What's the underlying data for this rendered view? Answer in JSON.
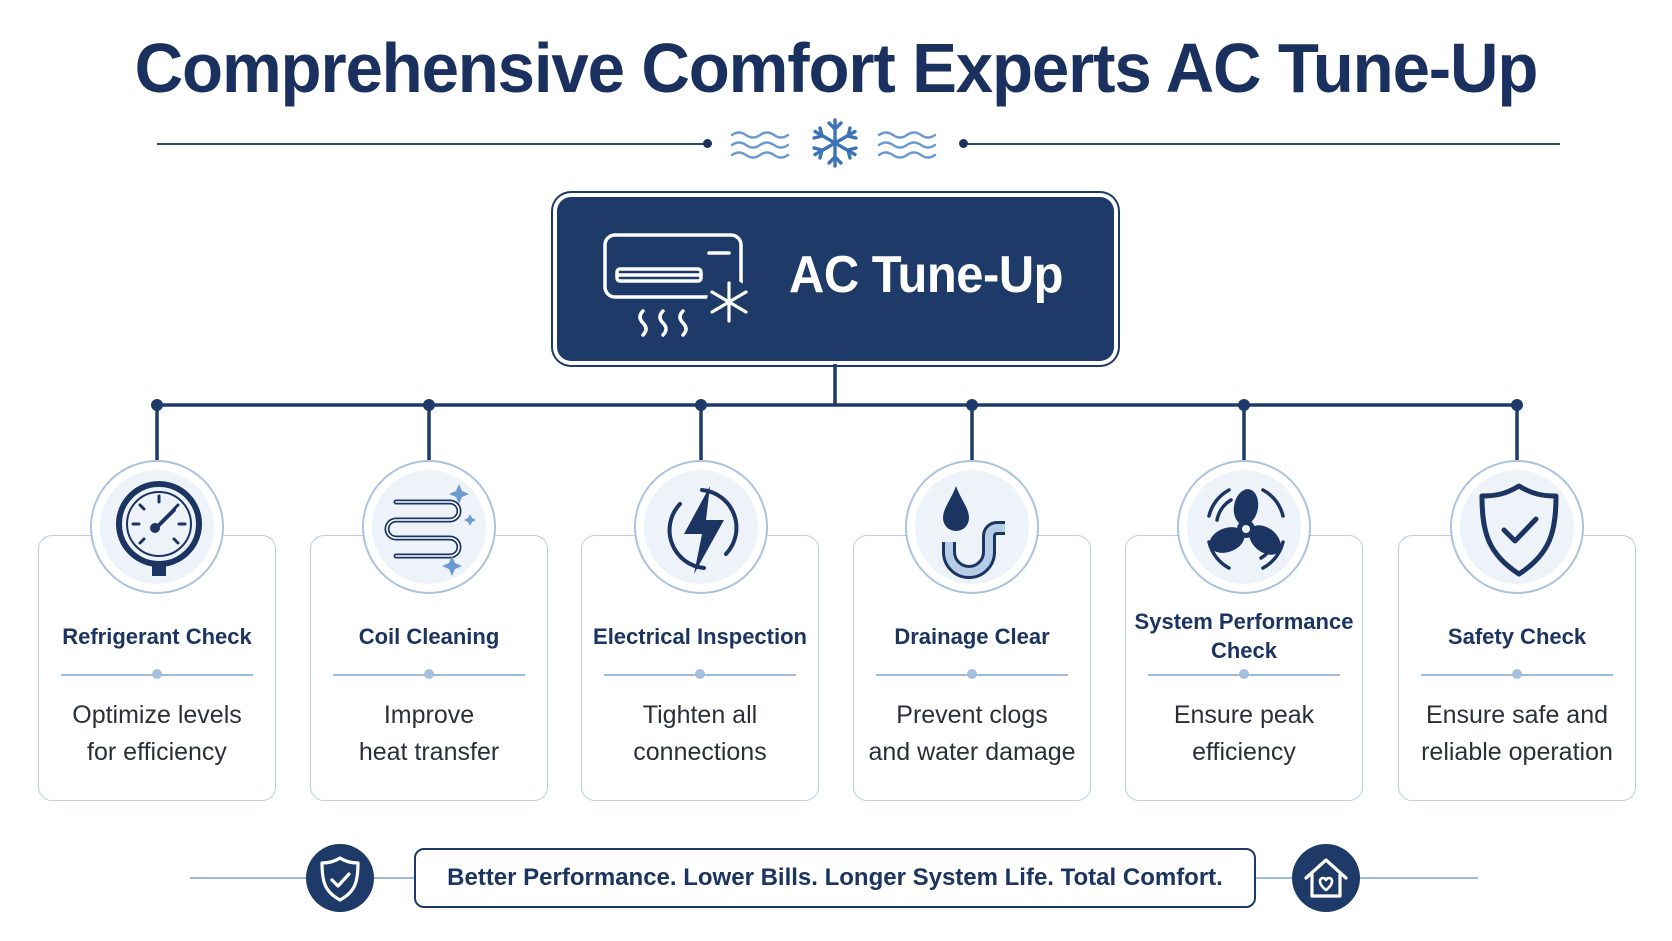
{
  "title": "Comprehensive Comfort Experts AC Tune-Up",
  "hub": {
    "label": "AC Tune-Up",
    "icon": "air-conditioner-icon"
  },
  "items": [
    {
      "title": "Refrigerant Check",
      "description_line1": "Optimize levels",
      "description_line2": "for efficiency",
      "icon": "pressure-gauge-icon"
    },
    {
      "title": "Coil Cleaning",
      "description_line1": "Improve",
      "description_line2": "heat transfer",
      "icon": "coil-icon"
    },
    {
      "title": "Electrical Inspection",
      "description_line1": "Tighten all",
      "description_line2": "connections",
      "icon": "lightning-bolt-icon"
    },
    {
      "title": "Drainage Clear",
      "description_line1": "Prevent clogs",
      "description_line2": "and water damage",
      "icon": "water-drop-pipe-icon"
    },
    {
      "title_line1": "System Performance",
      "title_line2": "Check",
      "description_line1": "Ensure peak",
      "description_line2": "efficiency",
      "icon": "fan-icon"
    },
    {
      "title": "Safety Check",
      "description_line1": "Ensure safe and",
      "description_line2": "reliable operation",
      "icon": "shield-check-icon"
    }
  ],
  "footer": {
    "tagline": "Better Performance. Lower Bills. Longer System Life. Total Comfort.",
    "left_icon": "shield-check-icon",
    "right_icon": "home-heart-icon"
  },
  "colors": {
    "navy": "#1e3a68",
    "light_blue": "#a6c1df",
    "accent_blue": "#5b8fc7"
  }
}
